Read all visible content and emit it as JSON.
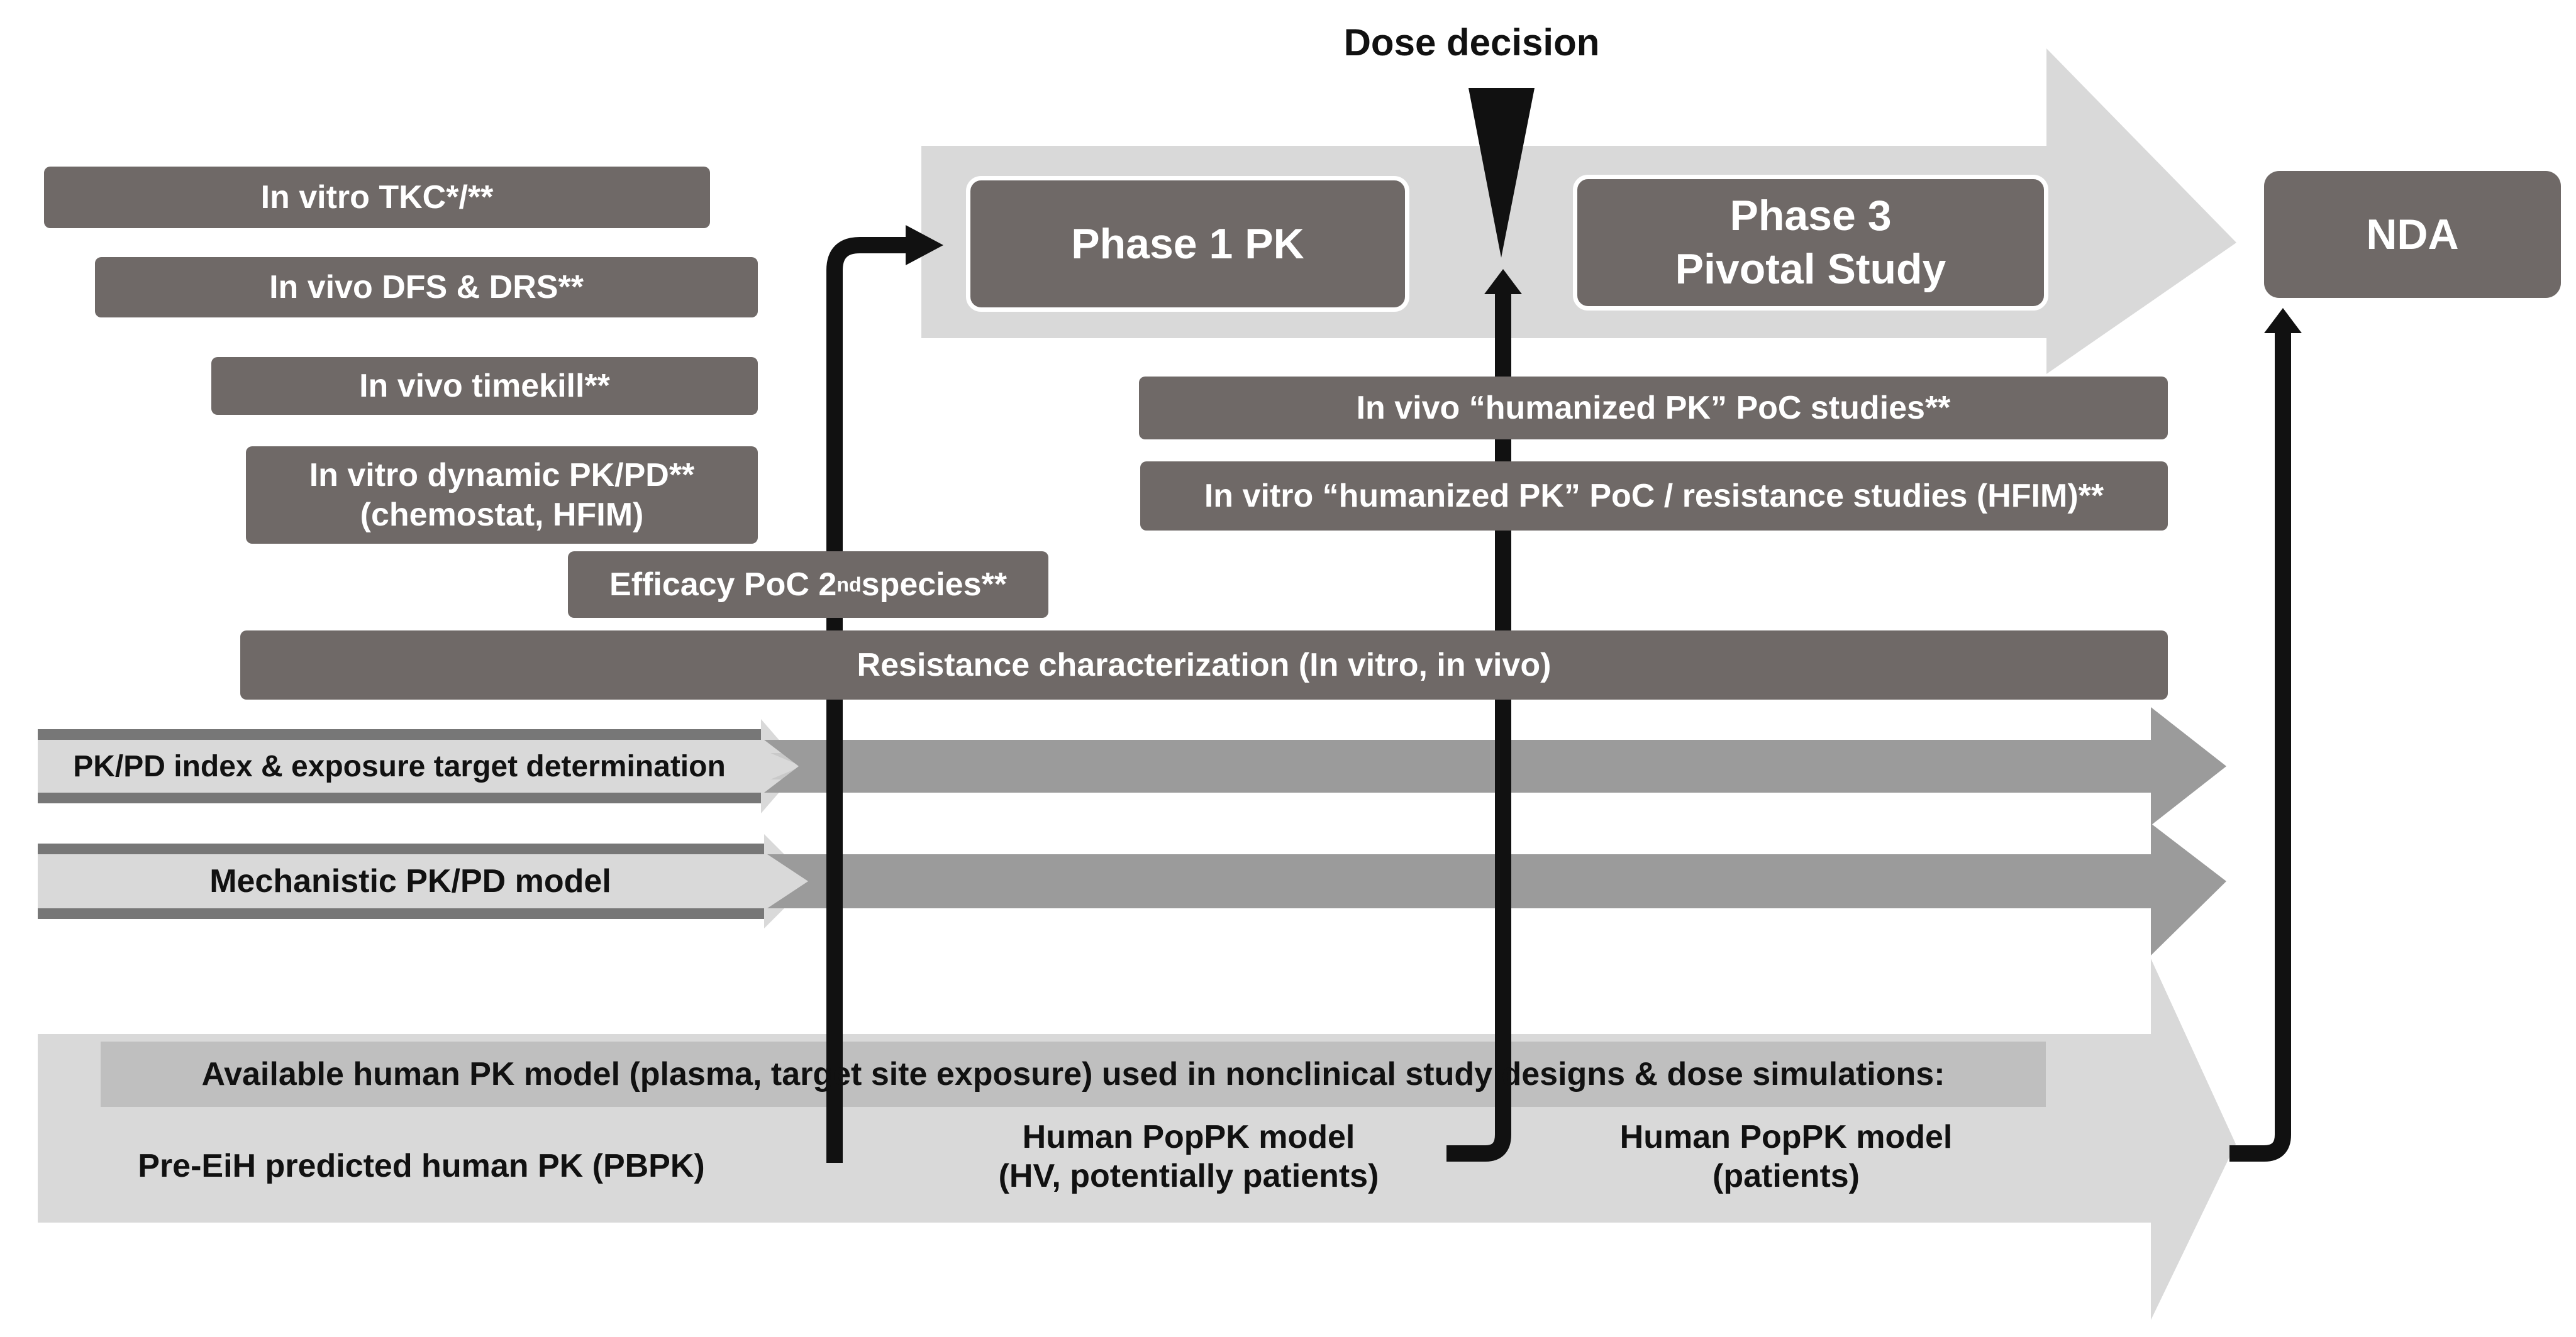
{
  "colors": {
    "box_fill": "#6f6967",
    "band_light": "#d9d9d9",
    "band_mid": "#9b9b9b",
    "band_dark": "#777777",
    "connector": "#111111"
  },
  "dose_decision": "Dose decision",
  "phases": {
    "phase1": "Phase 1 PK",
    "phase3": "Phase 3\nPivotal Study",
    "nda": "NDA"
  },
  "studies": {
    "in_vitro_tkc": "In vitro TKC*/**",
    "in_vivo_dfs_drs": "In vivo DFS & DRS**",
    "in_vivo_timekill": "In vivo timekill**",
    "in_vitro_dynamic": "In vitro dynamic PK/PD**\n(chemostat, HFIM)",
    "efficacy_poc_prefix": "Efficacy PoC 2",
    "efficacy_poc_sup": "nd",
    "efficacy_poc_suffix": " species**",
    "in_vivo_humanized": "In vivo “humanized PK” PoC studies**",
    "in_vitro_humanized": "In vitro “humanized PK” PoC / resistance studies (HFIM)**",
    "resistance": "Resistance characterization (In vitro, in vivo)"
  },
  "models": {
    "pkpd_index": "PK/PD index & exposure target determination",
    "mechanistic": "Mechanistic PK/PD model"
  },
  "human_pk": {
    "header": "Available human PK model (plasma, target site exposure) used in nonclinical study designs & dose simulations:",
    "pre_eih": "Pre-EiH predicted human PK (PBPK)",
    "poppk_hv": "Human PopPK model\n(HV, potentially patients)",
    "poppk_patients": "Human PopPK model\n(patients)"
  }
}
